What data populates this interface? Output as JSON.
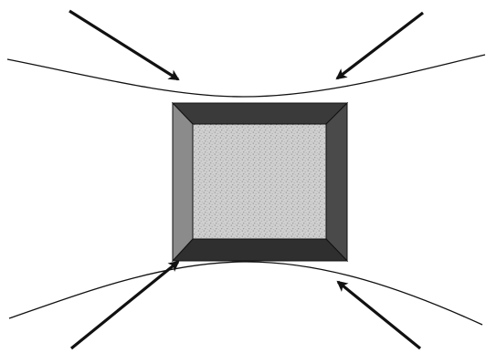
{
  "diagram": {
    "kind": "squeezed-block",
    "description_free": true,
    "colors": {
      "background": "#ffffff",
      "stroke": "#111111",
      "arrow": "#111111",
      "frame_top": "#3a3a3a",
      "frame_right": "#4a4a4a",
      "frame_bottom": "#2f2f2f",
      "frame_left": "#8b8b8b",
      "face": "#cfcfcf",
      "face_dots": "#777777"
    },
    "elements": {
      "curves": [
        "upper-boundary-curve",
        "lower-boundary-curve"
      ],
      "arrows": [
        "top-left-arrow",
        "top-right-arrow",
        "bottom-left-arrow",
        "bottom-right-arrow"
      ],
      "block": "square-block"
    }
  }
}
